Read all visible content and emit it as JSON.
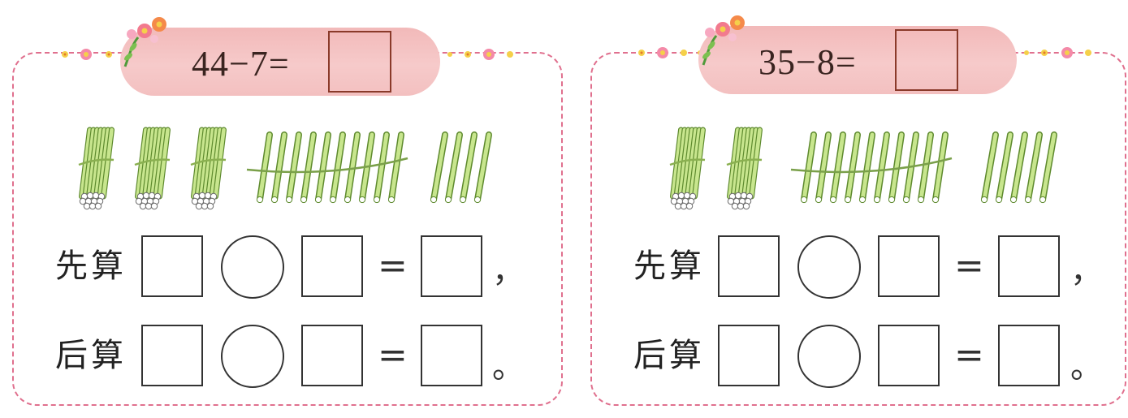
{
  "problems": [
    {
      "expression": "44−7=",
      "first_label": "先算",
      "then_label": "后算",
      "equals": "=",
      "first_punct": "，",
      "then_punct": "。",
      "bundles_of_ten": 3,
      "loose_sticks": 14
    },
    {
      "expression": "35−8=",
      "first_label": "先算",
      "then_label": "后算",
      "equals": "=",
      "first_punct": "，",
      "then_punct": "。",
      "bundles_of_ten": 2,
      "loose_sticks": 15
    }
  ],
  "colors": {
    "border": "#e0708e",
    "pill": "#f4c3c3",
    "stick_fill": "#c8e68e",
    "stick_stroke": "#5e8a2e",
    "answer_box": "#8a3a2a"
  }
}
